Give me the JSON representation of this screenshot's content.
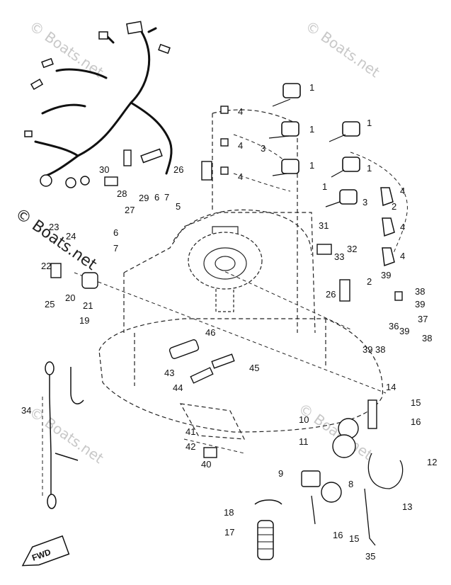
{
  "watermarks": [
    "© Boats.net",
    "© Boats.net",
    "© Boats.net",
    "© Boats.net",
    "© Boats.net"
  ],
  "callouts": [
    "1",
    "1",
    "1",
    "1",
    "1",
    "1",
    "2",
    "2",
    "3",
    "3",
    "4",
    "4",
    "4",
    "4",
    "4",
    "4",
    "5",
    "6",
    "6",
    "7",
    "7",
    "8",
    "9",
    "10",
    "11",
    "12",
    "13",
    "14",
    "15",
    "15",
    "16",
    "16",
    "17",
    "18",
    "19",
    "20",
    "21",
    "22",
    "23",
    "24",
    "25",
    "26",
    "26",
    "27",
    "28",
    "29",
    "30",
    "31",
    "32",
    "33",
    "34",
    "35",
    "36",
    "37",
    "38",
    "38",
    "38",
    "39",
    "39",
    "39",
    "39",
    "40",
    "41",
    "42",
    "43",
    "44",
    "45",
    "46"
  ],
  "fwd_label": "FWD",
  "colors": {
    "ink": "#111111",
    "watermark": "#c8c8c8",
    "background": "#ffffff"
  }
}
